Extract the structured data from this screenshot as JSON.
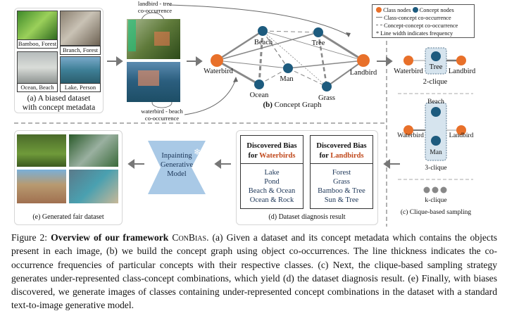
{
  "colors": {
    "class_node": "#e8702a",
    "concept_node": "#1d5b7e",
    "highlight": "#c0481b",
    "model": "#a9c9e6",
    "clique_box": "#d6e4ee"
  },
  "panel_a": {
    "tags": [
      "Bamboo, Forest",
      "Branch, Forest",
      "Ocean, Beach",
      "Lake, Person"
    ],
    "caption_line1": "(a) A biased dataset",
    "caption_line2": "with concept metadata"
  },
  "cooccur": {
    "top_line1": "landbird - tree",
    "top_line2": "co-occurrence",
    "bottom_line1": "waterbird - beach",
    "bottom_line2": "co-occurrence"
  },
  "graph": {
    "nodes": {
      "waterbird": "Waterbird",
      "landbird": "Landbird",
      "beach": "Beach",
      "tree": "Tree",
      "man": "Man",
      "ocean": "Ocean",
      "grass": "Grass"
    },
    "caption_bold": "(b)",
    "caption": " Concept Graph"
  },
  "legend": {
    "class_nodes": "Class nodes",
    "concept_nodes": "Concept nodes",
    "class_concept": "Class-concept co-occurrence",
    "concept_concept": "Concept-concept co-occurrence",
    "note": "* Line width indicates frequency"
  },
  "clique": {
    "waterbird": "Waterbird",
    "landbird": "Landbird",
    "tree": "Tree",
    "two": "2-clique",
    "beach": "Beach",
    "man": "Man",
    "three": "3-clique",
    "k": "k-clique",
    "caption": "(c) Clique-based sampling"
  },
  "diagnosis": {
    "water_title1": "Discovered Bias",
    "water_title2": "for ",
    "water_class": "Waterbirds",
    "water_items": [
      "Lake",
      "Pond",
      "Beach & Ocean",
      "Ocean & Rock"
    ],
    "land_title1": "Discovered Bias",
    "land_title2": "for ",
    "land_class": "Landbirds",
    "land_items": [
      "Forest",
      "Grass",
      "Bamboo & Tree",
      "Sun & Tree"
    ],
    "caption": "(d) Dataset diagnosis result"
  },
  "model": {
    "line1": "Inpainting",
    "line2": "Generative",
    "line3": "Model",
    "frozen_icon": "snowflake-icon"
  },
  "panel_e": {
    "caption": "(e) Generated fair dataset"
  },
  "figure_caption": {
    "label": "Figure 2:",
    "bold": "Overview of our framework",
    "name": "ConBias",
    "text": ". (a) Given a dataset and its concept metadata which contains the objects present in each image, (b) we build the concept graph using object co-occurrences. The line thickness indicates the co-occurrence frequencies of particular concepts with their respective classes. (c) Next, the clique-based sampling strategy generates under-represented class-concept combinations, which yield (d) the dataset diagnosis result. (e) Finally, with biases discovered, we generate images of classes containing under-represented concept combinations in the dataset with a standard text-to-image generative model."
  }
}
